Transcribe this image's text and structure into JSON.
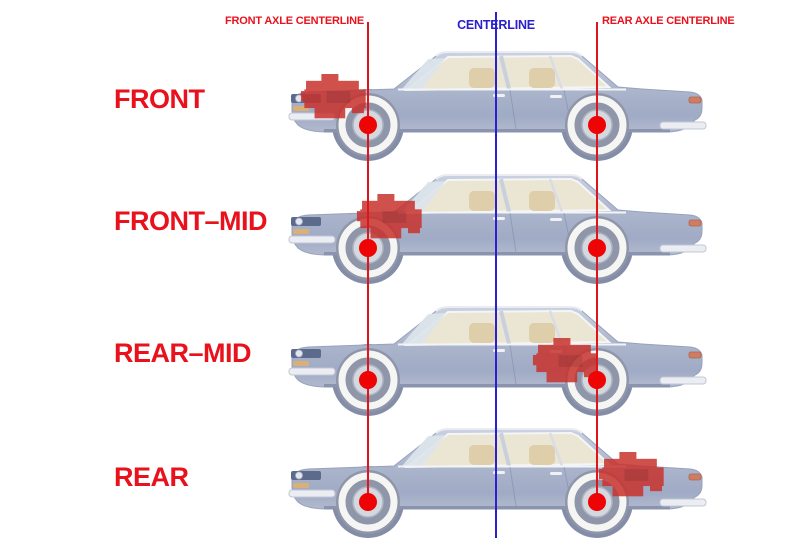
{
  "diagram": {
    "guides": {
      "front_axle_label": "FRONT AXLE CENTERLINE",
      "centerline_label": "CENTERLINE",
      "rear_axle_label": "REAR AXLE CENTERLINE"
    },
    "rows": [
      {
        "label": "FRONT",
        "engine_position": "front"
      },
      {
        "label": "FRONT–MID",
        "engine_position": "front-mid"
      },
      {
        "label": "REAR–MID",
        "engine_position": "rear-mid"
      },
      {
        "label": "REAR",
        "engine_position": "rear"
      }
    ],
    "colors": {
      "label_red": "#e8111c",
      "axle_line_red": "#e0151c",
      "centerline_blue": "#2b21cc",
      "engine_red": "#c8322d",
      "hub_dot_red": "#ee0404",
      "car_body_blue": "#a3aec8"
    }
  }
}
